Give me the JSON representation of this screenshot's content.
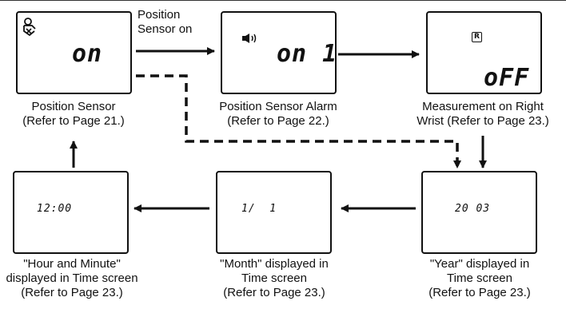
{
  "arrow_label": {
    "line1": "Position",
    "line2": "Sensor on"
  },
  "screens": [
    {
      "id": "position-sensor",
      "display": "on",
      "icon": "position-sensor-icon",
      "caption": [
        "Position Sensor",
        "(Refer to Page 21.)"
      ]
    },
    {
      "id": "position-sensor-alarm",
      "display": "on 1",
      "icon": "speaker-icon",
      "caption": [
        "Position Sensor Alarm",
        "(Refer to Page 22.)"
      ]
    },
    {
      "id": "measurement-right-wrist",
      "display": "oFF",
      "icon": "right-wrist-icon",
      "icon_label": "R",
      "caption": [
        "Measurement on Right",
        "Wrist (Refer to Page 23.)"
      ]
    },
    {
      "id": "year",
      "display": "20 03",
      "caption": [
        "\"Year\" displayed in",
        "Time screen",
        "(Refer to Page 23.)"
      ]
    },
    {
      "id": "month",
      "display": "1/  1",
      "caption": [
        "\"Month\" displayed in",
        "Time screen",
        "(Refer to Page 23.)"
      ]
    },
    {
      "id": "hour-minute",
      "display": "12:00",
      "caption": [
        "\"Hour and Minute\"",
        "displayed in Time screen",
        "(Refer to Page 23.)"
      ]
    }
  ]
}
